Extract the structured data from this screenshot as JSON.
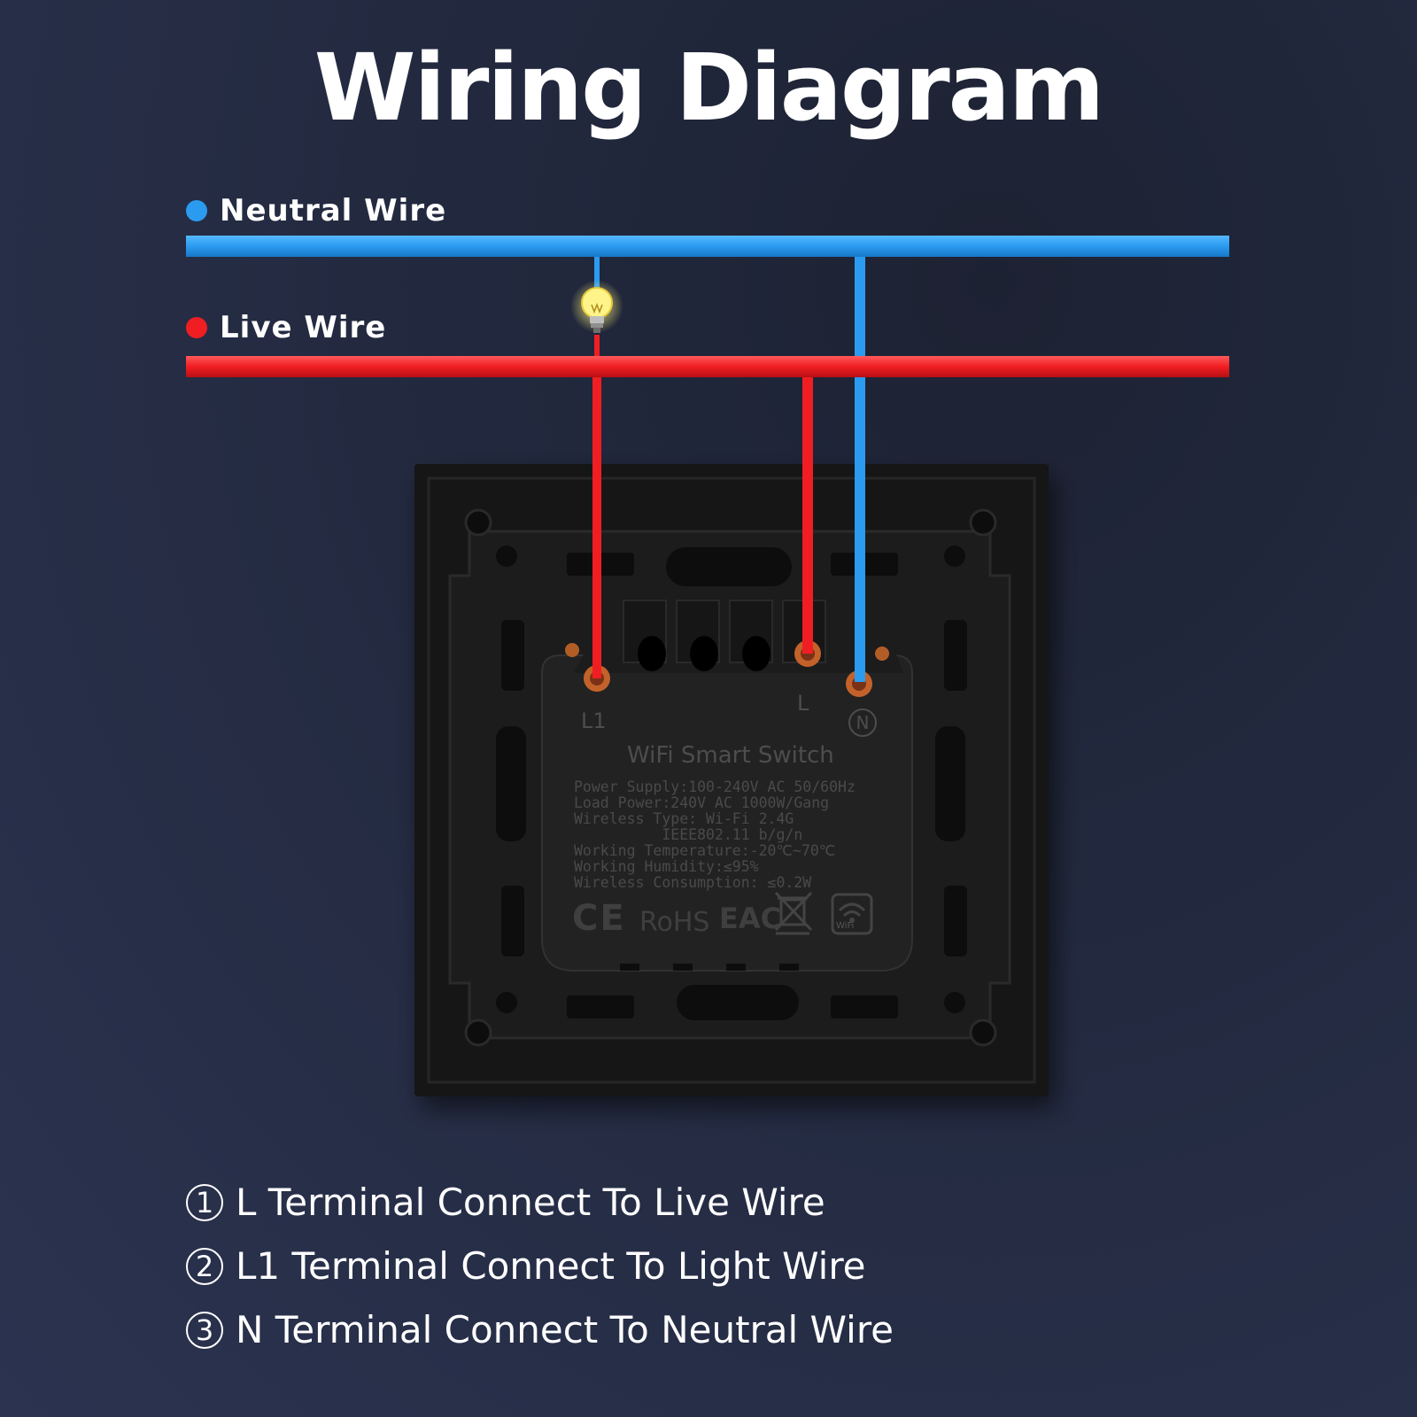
{
  "title": "Wiring Diagram",
  "legend": {
    "neutral": {
      "label": "Neutral Wire",
      "color": "#2b9bf0"
    },
    "live": {
      "label": "Live Wire",
      "color": "#f01e23"
    }
  },
  "device": {
    "name": "WiFi Smart Switch",
    "terminals": {
      "l1": "L1",
      "l": "L",
      "n": "N"
    },
    "specs": [
      "Power Supply:100-240V AC 50/60Hz",
      "Load Power:240V AC 1000W/Gang",
      "Wireless Type: Wi-Fi 2.4G",
      "          IEEE802.11 b/g/n",
      "Working Temperature:-20℃~70℃",
      "Working Humidity:≤95%",
      "Wireless Consumption: ≤0.2W"
    ],
    "certifications": {
      "ce": "CE",
      "rohs": "RoHS",
      "eac": "EAC",
      "wifi": "WiFi"
    }
  },
  "instructions": [
    {
      "num": "1",
      "text": "L Terminal Connect To Live Wire"
    },
    {
      "num": "2",
      "text": "L1 Terminal Connect To Light Wire"
    },
    {
      "num": "3",
      "text": "N Terminal Connect To Neutral Wire"
    }
  ],
  "icons": {
    "bulb": "light-bulb-icon",
    "weee": "crossed-bin-icon",
    "wifi": "wifi-icon"
  }
}
